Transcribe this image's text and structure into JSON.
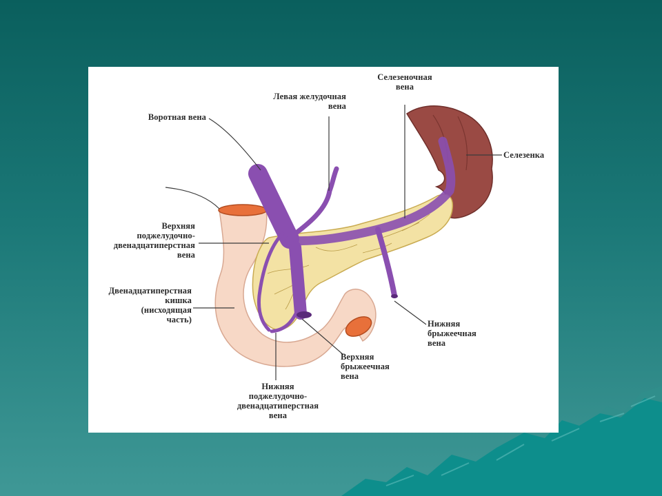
{
  "diagram": {
    "labels": {
      "portal_vein": "Воротная вена",
      "left_gastric_vein": "Левая желудочная\nвена",
      "splenic_vein": "Селезеночная\nвена",
      "spleen": "Селезенка",
      "superior_pancreaticoduodenal_vein": "Верхняя\nподжелудочно-\nдвенадцатиперстная\nвена",
      "duodenum": "Двенадцатиперстная\nкишка\n(нисходящая\nчасть)",
      "inferior_mesenteric_vein": "Нижняя\nбрыжеечная\nвена",
      "superior_mesenteric_vein": "Верхняя\nбрыжеечная\nвена",
      "inferior_pancreaticoduodenal_vein": "Нижняя\nподжелудочно-\nдвенадцатиперстная\nвена"
    }
  },
  "colors": {
    "background_top": "#0a5f5d",
    "background_bottom": "#3f9896",
    "vein": "#8a4fb0",
    "pancreas": "#f3e2a4",
    "duodenum": "#f7d8c6",
    "spleen": "#9a4a44",
    "cut_edge": "#e8703a"
  }
}
